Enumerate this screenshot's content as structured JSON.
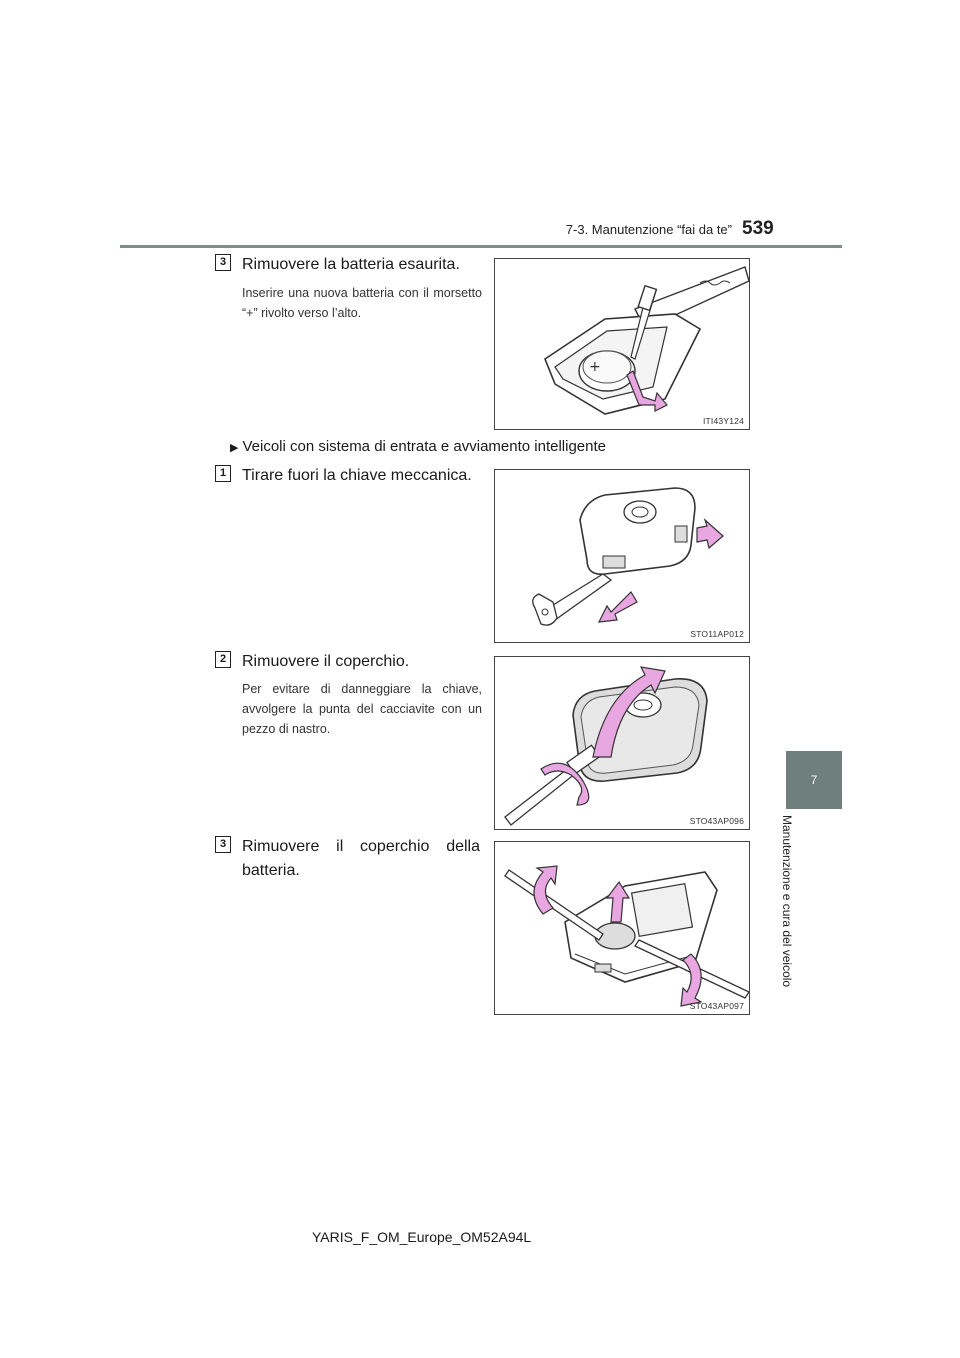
{
  "header": {
    "section": "7-3. Manutenzione “fai da te”",
    "page_number": "539"
  },
  "chapter": {
    "number": "7",
    "title": "Manutenzione e cura del veicolo"
  },
  "steps_top": [
    {
      "number": "3",
      "title": "Rimuovere la batteria esaurita.",
      "description": "Inserire una nuova batteria con il morsetto “+” rivolto verso l’alto.",
      "figure_code": "ITI43Y124"
    }
  ],
  "subsection": {
    "bullet": "▶",
    "title": "Veicoli con sistema di entrata e avviamento intelligente"
  },
  "steps": [
    {
      "number": "1",
      "title": "Tirare fuori la chiave meccanica.",
      "description": "",
      "figure_code": "STO11AP012"
    },
    {
      "number": "2",
      "title": "Rimuovere il coperchio.",
      "description": "Per evitare di danneggiare la chiave, avvolgere la punta del cacciavite con un pezzo di nastro.",
      "figure_code": "STO43AP096"
    },
    {
      "number": "3",
      "title": "Rimuovere il coperchio della batteria.",
      "description": "",
      "figure_code": "STO43AP097"
    }
  ],
  "footer": "YARIS_F_OM_Europe_OM52A94L",
  "colors": {
    "accent_arrow": "#e9a7e1",
    "header_rule": "#7f8d8c",
    "chapter_tab": "#6f7f7e"
  }
}
